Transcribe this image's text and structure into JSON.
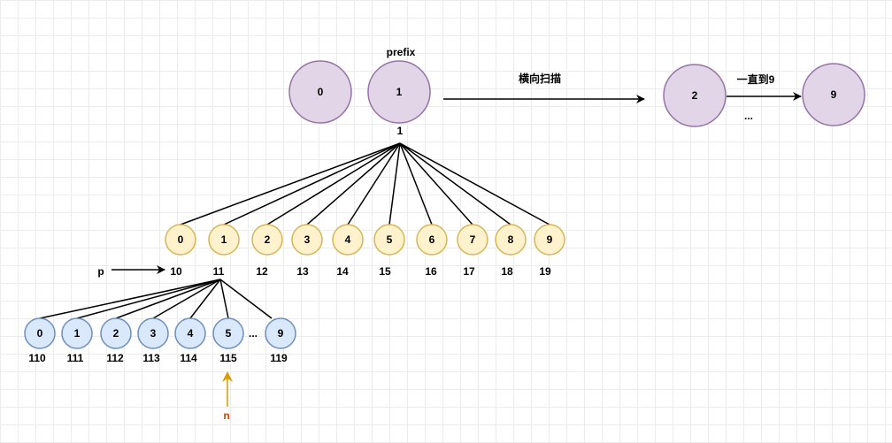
{
  "top_nodes": [
    {
      "label": "0"
    },
    {
      "label": "1"
    },
    {
      "label": "2"
    },
    {
      "label": "9"
    }
  ],
  "top_texts": {
    "prefix": "prefix",
    "scan": "横向扫描",
    "until9": "一直到9",
    "ellipsis": "...",
    "root_value": "1"
  },
  "level1": {
    "nodes": [
      "0",
      "1",
      "2",
      "3",
      "4",
      "5",
      "6",
      "7",
      "8",
      "9"
    ],
    "values": [
      "10",
      "11",
      "12",
      "13",
      "14",
      "15",
      "16",
      "17",
      "18",
      "19"
    ],
    "pointer_label": "p"
  },
  "level2": {
    "nodes": [
      "0",
      "1",
      "2",
      "3",
      "4",
      "5",
      "9"
    ],
    "values": [
      "110",
      "111",
      "112",
      "113",
      "114",
      "115",
      "119"
    ],
    "ellipsis": "...",
    "pointer_label": "n"
  },
  "colors": {
    "purple_fill": "#e1d5e7",
    "purple_stroke": "#9673a6",
    "yellow_fill": "#fff2cc",
    "yellow_stroke": "#d6b656",
    "blue_fill": "#dae8fc",
    "blue_stroke": "#6c8ebf",
    "orange_arrow": "#d79b00",
    "red_label": "#e03b00"
  }
}
